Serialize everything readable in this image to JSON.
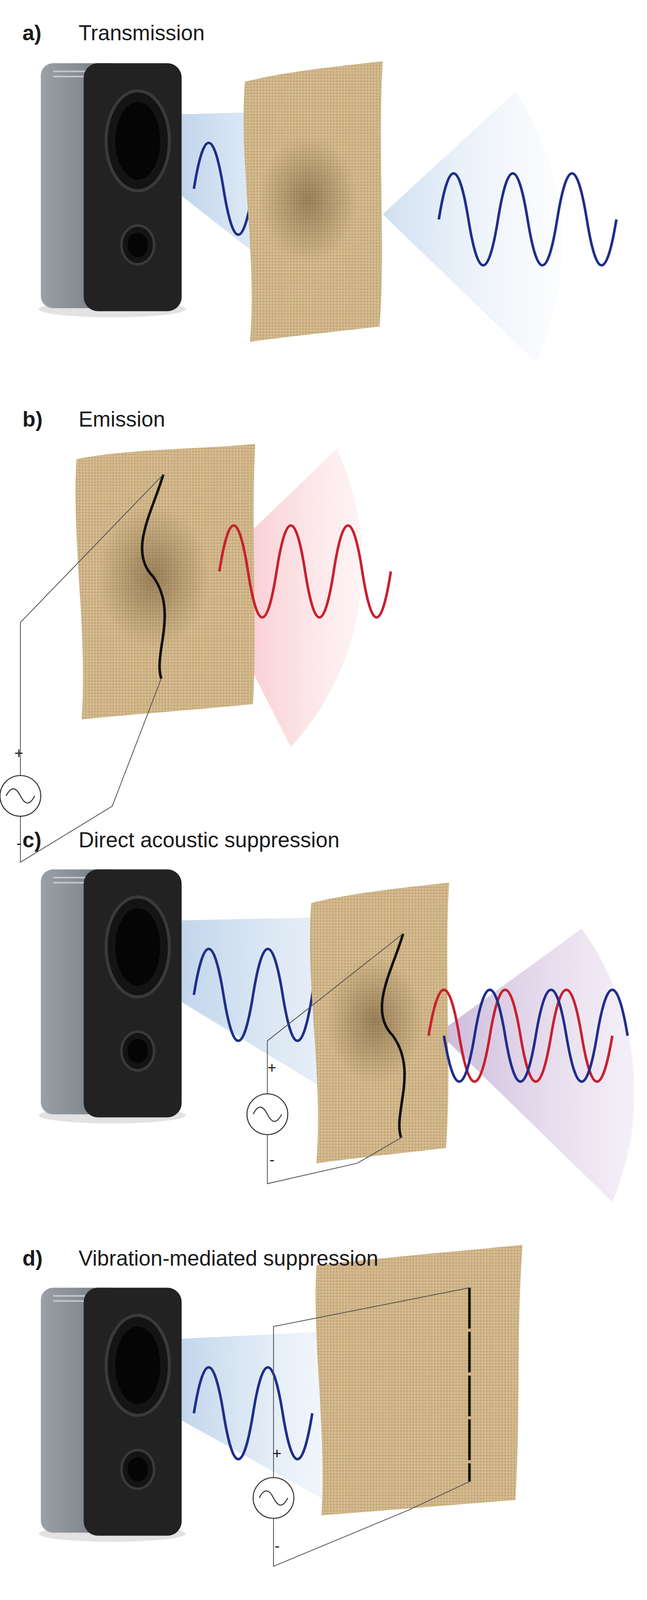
{
  "diagram": {
    "labels": [
      "a)",
      "Transmission",
      "b)",
      "Emission",
      "+",
      "-",
      "c)",
      "Direct acoustic suppression",
      "+",
      "-",
      "d)",
      "Vibration-mediated suppression",
      "+",
      "-"
    ]
  }
}
